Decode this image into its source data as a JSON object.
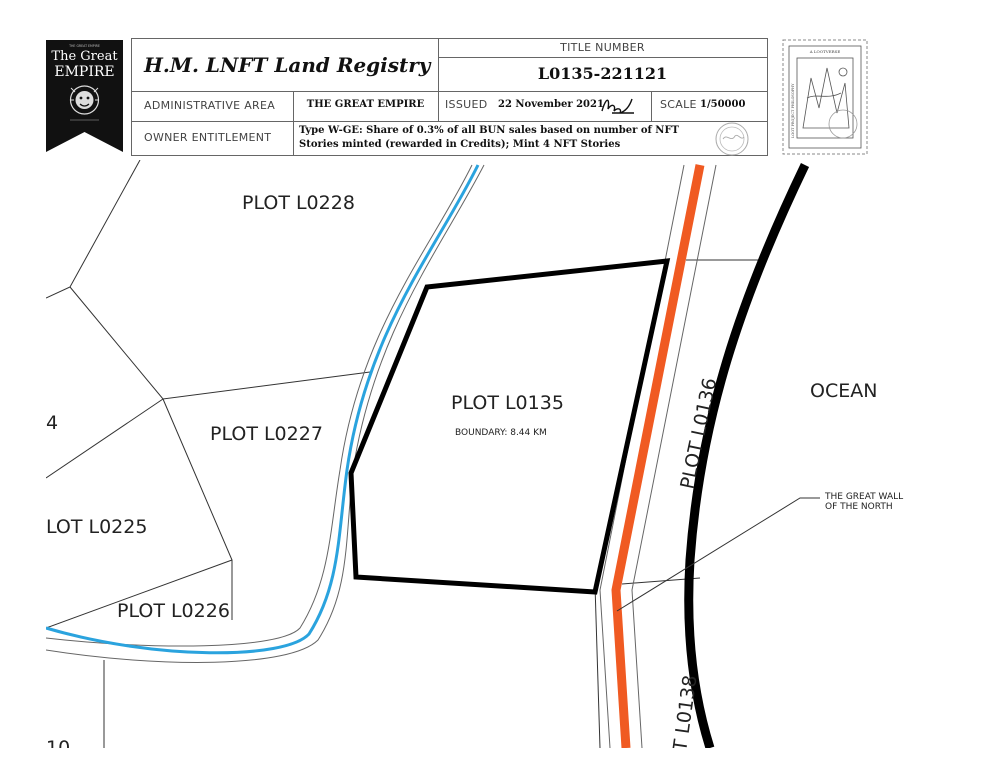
{
  "header": {
    "emblem": {
      "line1": "The Great",
      "line2": "EMPIRE",
      "top_small": "THE GREAT EMPIRE"
    },
    "registry_title": "H.M. LNFT Land Registry",
    "title_number_label": "TITLE NUMBER",
    "title_number": "L0135-221121",
    "admin_area_label": "ADMINISTRATIVE AREA",
    "admin_area": "THE GREAT EMPIRE",
    "issued_label": "ISSUED",
    "issued_date": "22 November 2021",
    "scale_label": "SCALE",
    "scale": "1/50000",
    "owner_label": "OWNER ENTITLEMENT",
    "owner_entitlement": "Type W-GE: Share of 0.3% of all BUN sales based on number of NFT Stories minted (rewarded in Credits); Mint 4 NFT Stories",
    "stamp_text_1": "A LOOTVERSE",
    "stamp_text_2": "LOOT PROJECT PHILOSOPHY"
  },
  "map": {
    "plots": {
      "l0228": "PLOT L0228",
      "l0135": "PLOT L0135",
      "l0135_boundary": "BOUNDARY: 8.44 KM",
      "l0227": "PLOT L0227",
      "l0225": "LOT L0225",
      "l0226": "PLOT L0226",
      "l0136": "PLOT L0136",
      "l0138": "T L0138",
      "partial_left_1": "4",
      "partial_left_2": "10"
    },
    "ocean": "OCEAN",
    "wall_line1": "THE GREAT WALL",
    "wall_line2": "OF THE NORTH",
    "colors": {
      "river": "#2aa3de",
      "wall": "#f05a22",
      "coast": "#000000",
      "boundary": "#000000"
    }
  }
}
